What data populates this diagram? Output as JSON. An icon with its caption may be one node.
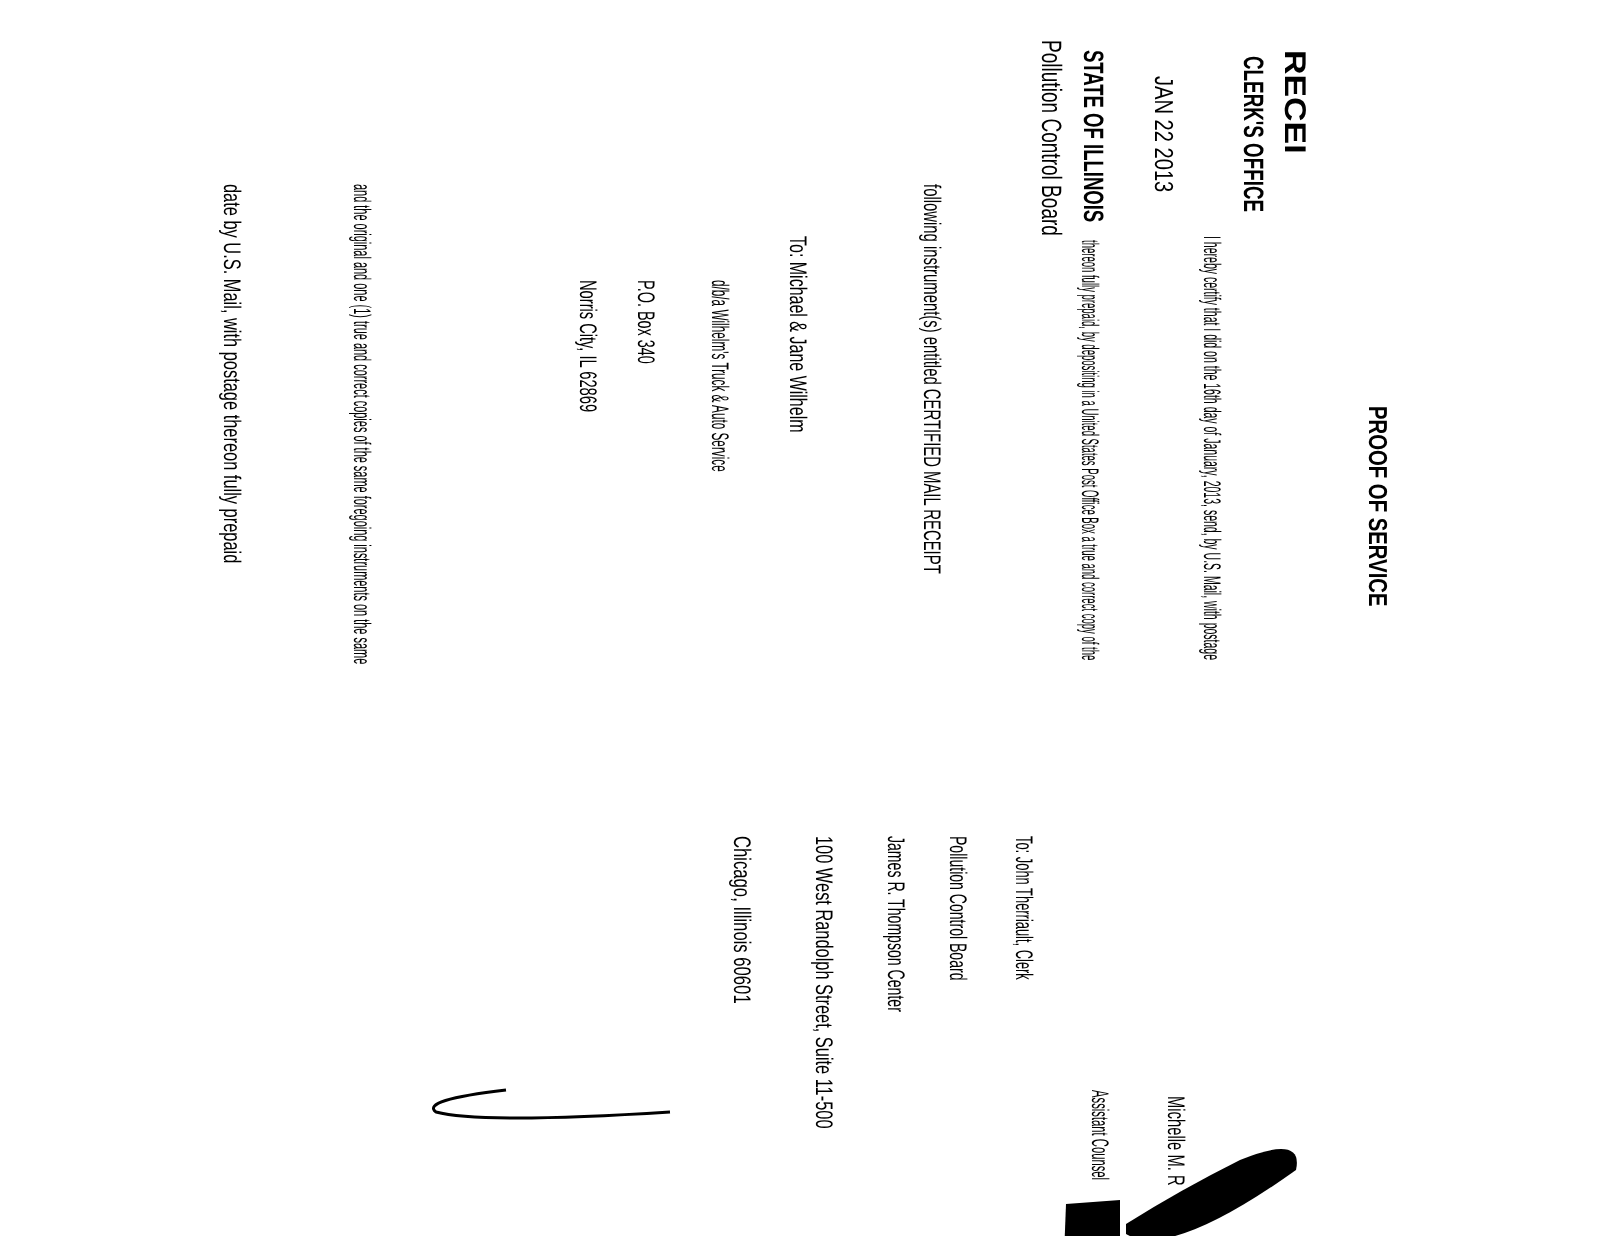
{
  "diagram": {
    "title": "PROOF OF SERVICE",
    "labels": [
      "RECEI",
      "CLERK'S OFFICE",
      "JAN 22 2013",
      "I hereby certify that I did on the 16th day of January, 2013, send, by U.S. Mail, with postage",
      "STATE OF ILLINOIS",
      "thereon fully prepaid, by depositing in a United States Post Office Box a true and correct copy of the",
      "Pollution Control Board",
      "following instrument(s) entitled CERTIFIED MAIL RECEIPT",
      "To: Michael & Jane Wilhelm",
      "d/b/a Wilhelm's Truck & Auto Service",
      "P.O. Box 340",
      "Norris City, IL 62869",
      "and the original and one (1) true and correct copies of the same foregoing instruments on the same",
      "date by U.S. Mail, with postage thereon fully prepaid",
      "To: John Therriault, Clerk",
      "Pollution Control Board",
      "James R. Thompson Center",
      "100 West Randolph Street, Suite 11-500",
      "Chicago, Illinois 60601",
      "Michelle M. R",
      "Assistant Counsel"
    ]
  }
}
